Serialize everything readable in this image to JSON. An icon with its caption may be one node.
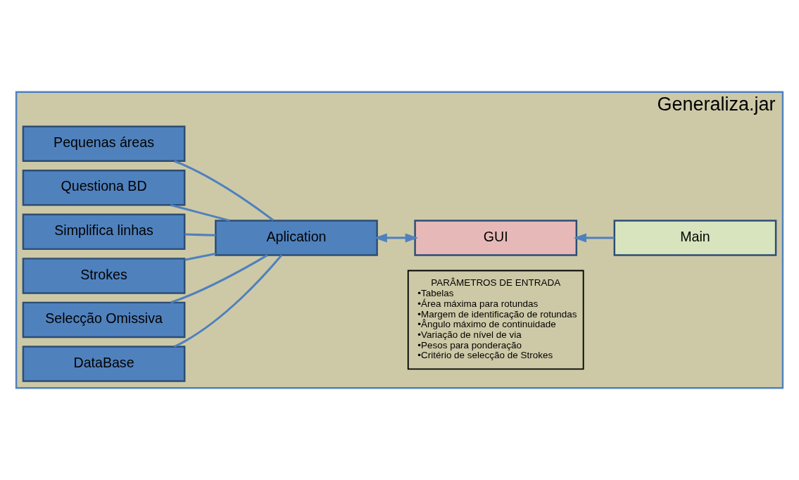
{
  "diagram": {
    "nodes": [
      {
        "text": [
          "Generaliza.jar"
        ]
      },
      {
        "text": [
          "Pequenas áreas"
        ],
        "in": 0
      },
      {
        "text": [
          "Questiona BD"
        ],
        "in": 0
      },
      {
        "text": [
          "Simplifica linhas"
        ],
        "in": 0
      },
      {
        "text": [
          "Strokes"
        ],
        "in": 0
      },
      {
        "text": [
          "Selecção Omissiva"
        ],
        "in": 0
      },
      {
        "text": [
          "DataBase"
        ],
        "in": 0
      },
      {
        "text": [
          "Aplication"
        ],
        "in": 0
      },
      {
        "text": [
          "GUI"
        ],
        "in": 0
      },
      {
        "text": [
          "Main"
        ],
        "in": 0
      },
      {
        "text": [
          "PARÂMETROS DE ENTRADA",
          "•Tabelas",
          "•Área máxima para rotundas",
          "•Margem de identificação de rotundas",
          "•Ângulo máximo de continuidade",
          "•Variação de nível de via",
          "•Pesos para ponderação",
          "•Critério de selecção de Strokes"
        ],
        "in": 0
      }
    ],
    "edges": [
      {
        "from": 1,
        "to": 7,
        "arrow": "none"
      },
      {
        "from": 2,
        "to": 7,
        "arrow": "none"
      },
      {
        "from": 3,
        "to": 7,
        "arrow": "none"
      },
      {
        "from": 4,
        "to": 7,
        "arrow": "none"
      },
      {
        "from": 5,
        "to": 7,
        "arrow": "none"
      },
      {
        "from": 6,
        "to": 7,
        "arrow": "none"
      },
      {
        "from": 7,
        "to": 8,
        "arrow": "both"
      },
      {
        "from": 9,
        "to": 8,
        "arrow": "to"
      }
    ]
  }
}
